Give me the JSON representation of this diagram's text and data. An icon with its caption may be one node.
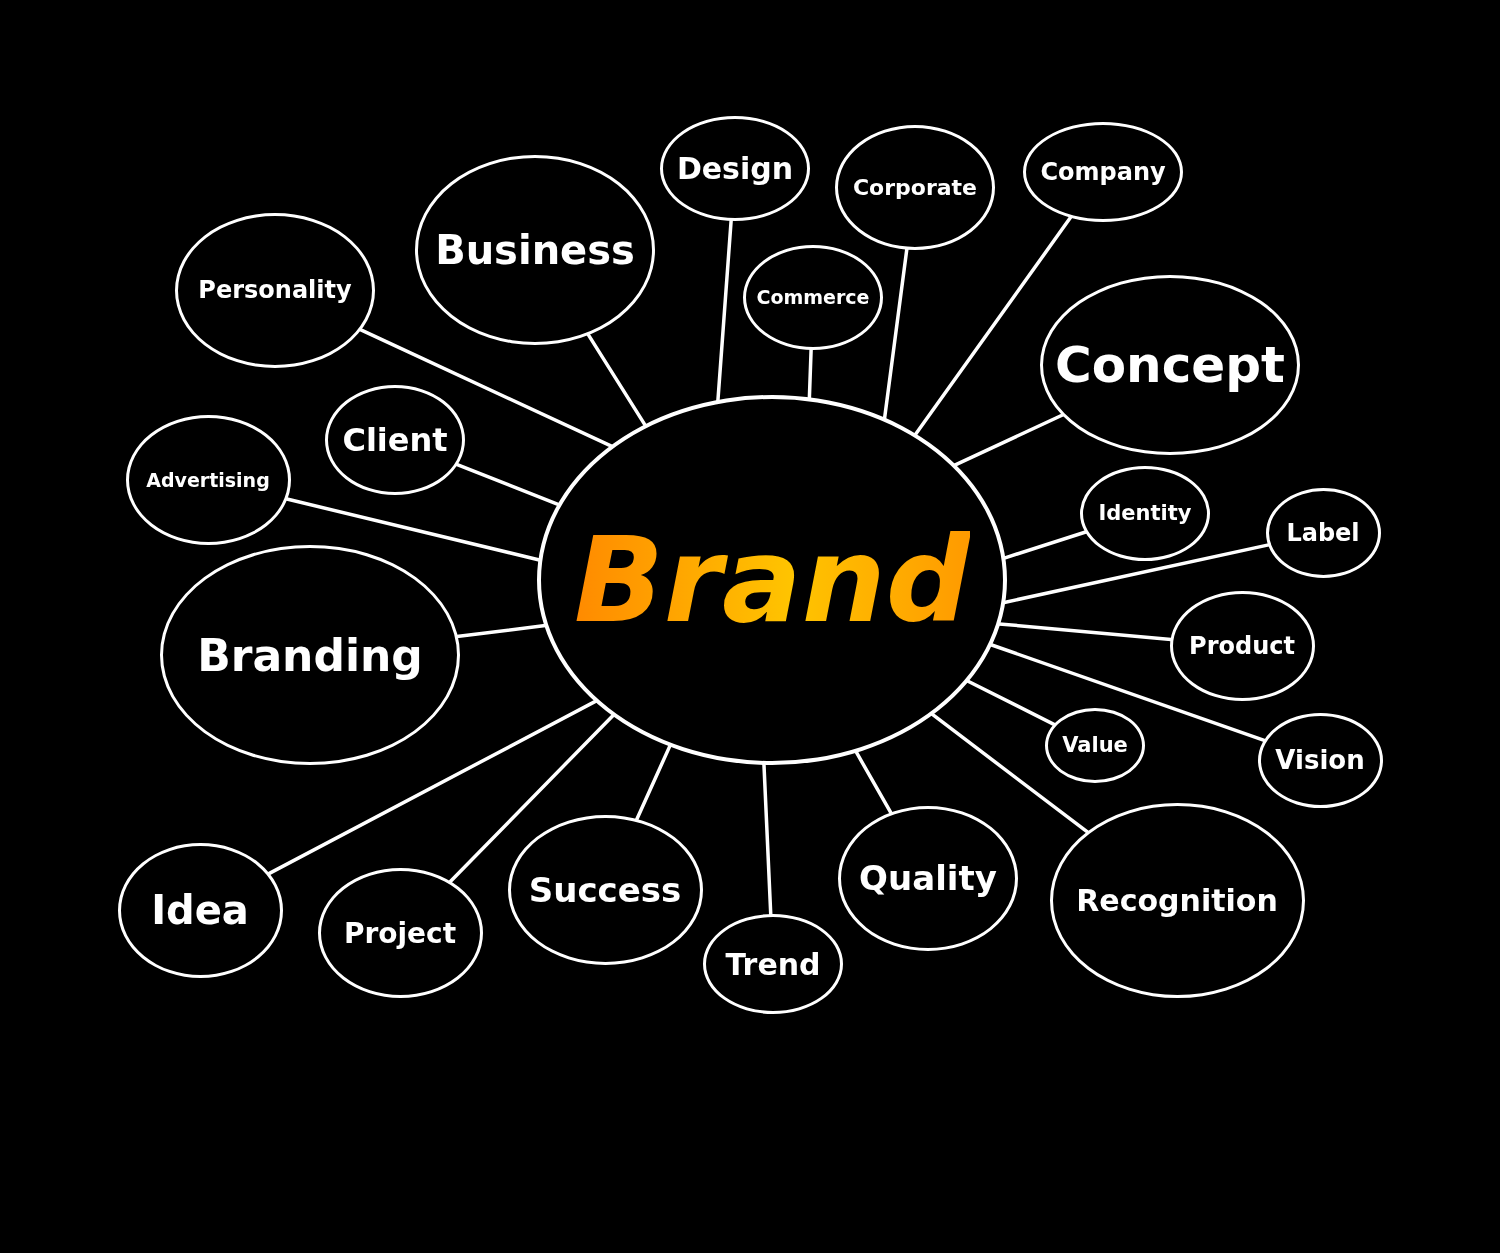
{
  "diagram": {
    "nodes": [
      {
        "text": [
          "Brand"
        ]
      },
      {
        "text": [
          "Personality"
        ]
      },
      {
        "text": [
          "Business"
        ]
      },
      {
        "text": [
          "Design"
        ]
      },
      {
        "text": [
          "Corporate"
        ]
      },
      {
        "text": [
          "Company"
        ]
      },
      {
        "text": [
          "Commerce"
        ]
      },
      {
        "text": [
          "Concept"
        ]
      },
      {
        "text": [
          "Client"
        ]
      },
      {
        "text": [
          "Advertising"
        ]
      },
      {
        "text": [
          "Identity"
        ]
      },
      {
        "text": [
          "Label"
        ]
      },
      {
        "text": [
          "Branding"
        ]
      },
      {
        "text": [
          "Product"
        ]
      },
      {
        "text": [
          "Value"
        ]
      },
      {
        "text": [
          "Vision"
        ]
      },
      {
        "text": [
          "Idea"
        ]
      },
      {
        "text": [
          "Project"
        ]
      },
      {
        "text": [
          "Success"
        ]
      },
      {
        "text": [
          "Trend"
        ]
      },
      {
        "text": [
          "Quality"
        ]
      },
      {
        "text": [
          "Recognition"
        ]
      }
    ],
    "edges": [
      {
        "from": 0,
        "to": 1,
        "arrow": "none"
      },
      {
        "from": 0,
        "to": 2,
        "arrow": "none"
      },
      {
        "from": 0,
        "to": 3,
        "arrow": "none"
      },
      {
        "from": 0,
        "to": 4,
        "arrow": "none"
      },
      {
        "from": 0,
        "to": 5,
        "arrow": "none"
      },
      {
        "from": 0,
        "to": 6,
        "arrow": "none"
      },
      {
        "from": 0,
        "to": 7,
        "arrow": "none"
      },
      {
        "from": 0,
        "to": 8,
        "arrow": "none"
      },
      {
        "from": 0,
        "to": 9,
        "arrow": "none"
      },
      {
        "from": 0,
        "to": 10,
        "arrow": "none"
      },
      {
        "from": 0,
        "to": 11,
        "arrow": "none"
      },
      {
        "from": 0,
        "to": 12,
        "arrow": "none"
      },
      {
        "from": 0,
        "to": 13,
        "arrow": "none"
      },
      {
        "from": 0,
        "to": 14,
        "arrow": "none"
      },
      {
        "from": 0,
        "to": 15,
        "arrow": "none"
      },
      {
        "from": 0,
        "to": 16,
        "arrow": "none"
      },
      {
        "from": 0,
        "to": 17,
        "arrow": "none"
      },
      {
        "from": 0,
        "to": 18,
        "arrow": "none"
      },
      {
        "from": 0,
        "to": 19,
        "arrow": "none"
      },
      {
        "from": 0,
        "to": 20,
        "arrow": "none"
      },
      {
        "from": 0,
        "to": 21,
        "arrow": "none"
      }
    ]
  }
}
